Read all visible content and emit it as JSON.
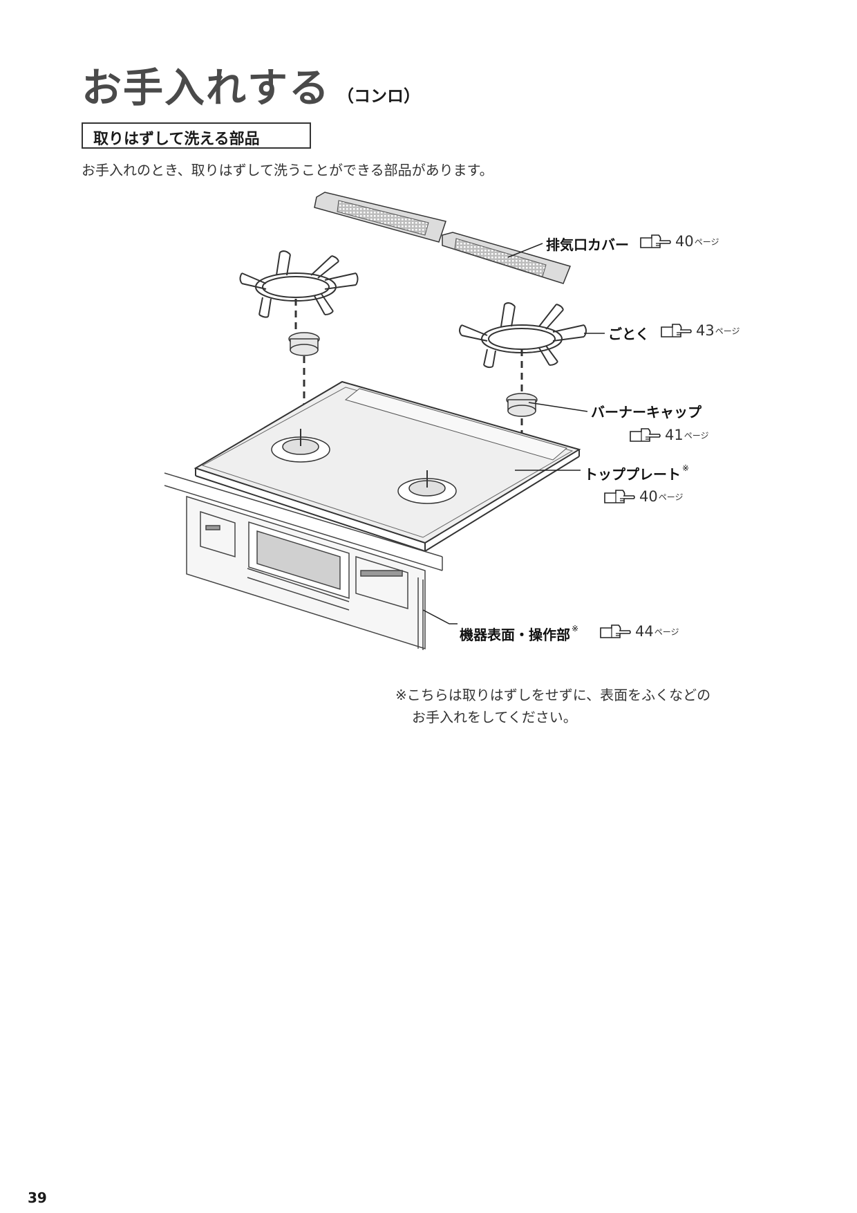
{
  "header": {
    "title": "お手入れする",
    "subtitle": "（コンロ）"
  },
  "section": {
    "label": "取りはずして洗える部品",
    "intro": "お手入れのとき、取りはずして洗うことができる部品があります。"
  },
  "parts": [
    {
      "name": "排気口カバー",
      "asterisk": "",
      "ref_page": "40",
      "ref_unit": "ページ",
      "icon": "pointing-hand-icon"
    },
    {
      "name": "ごとく",
      "asterisk": "",
      "ref_page": "43",
      "ref_unit": "ページ",
      "icon": "pointing-hand-icon"
    },
    {
      "name": "バーナーキャップ",
      "asterisk": "",
      "ref_page": "41",
      "ref_unit": "ページ",
      "icon": "pointing-hand-icon"
    },
    {
      "name": "トッププレート",
      "asterisk": "※",
      "ref_page": "40",
      "ref_unit": "ページ",
      "icon": "pointing-hand-icon"
    },
    {
      "name": "機器表面・操作部",
      "asterisk": "※",
      "ref_page": "44",
      "ref_unit": "ページ",
      "icon": "pointing-hand-icon"
    }
  ],
  "note": {
    "line1": "※こちらは取りはずしをせずに、表面をふくなどの",
    "line2": "お手入れをしてください。"
  },
  "page_number": "39"
}
